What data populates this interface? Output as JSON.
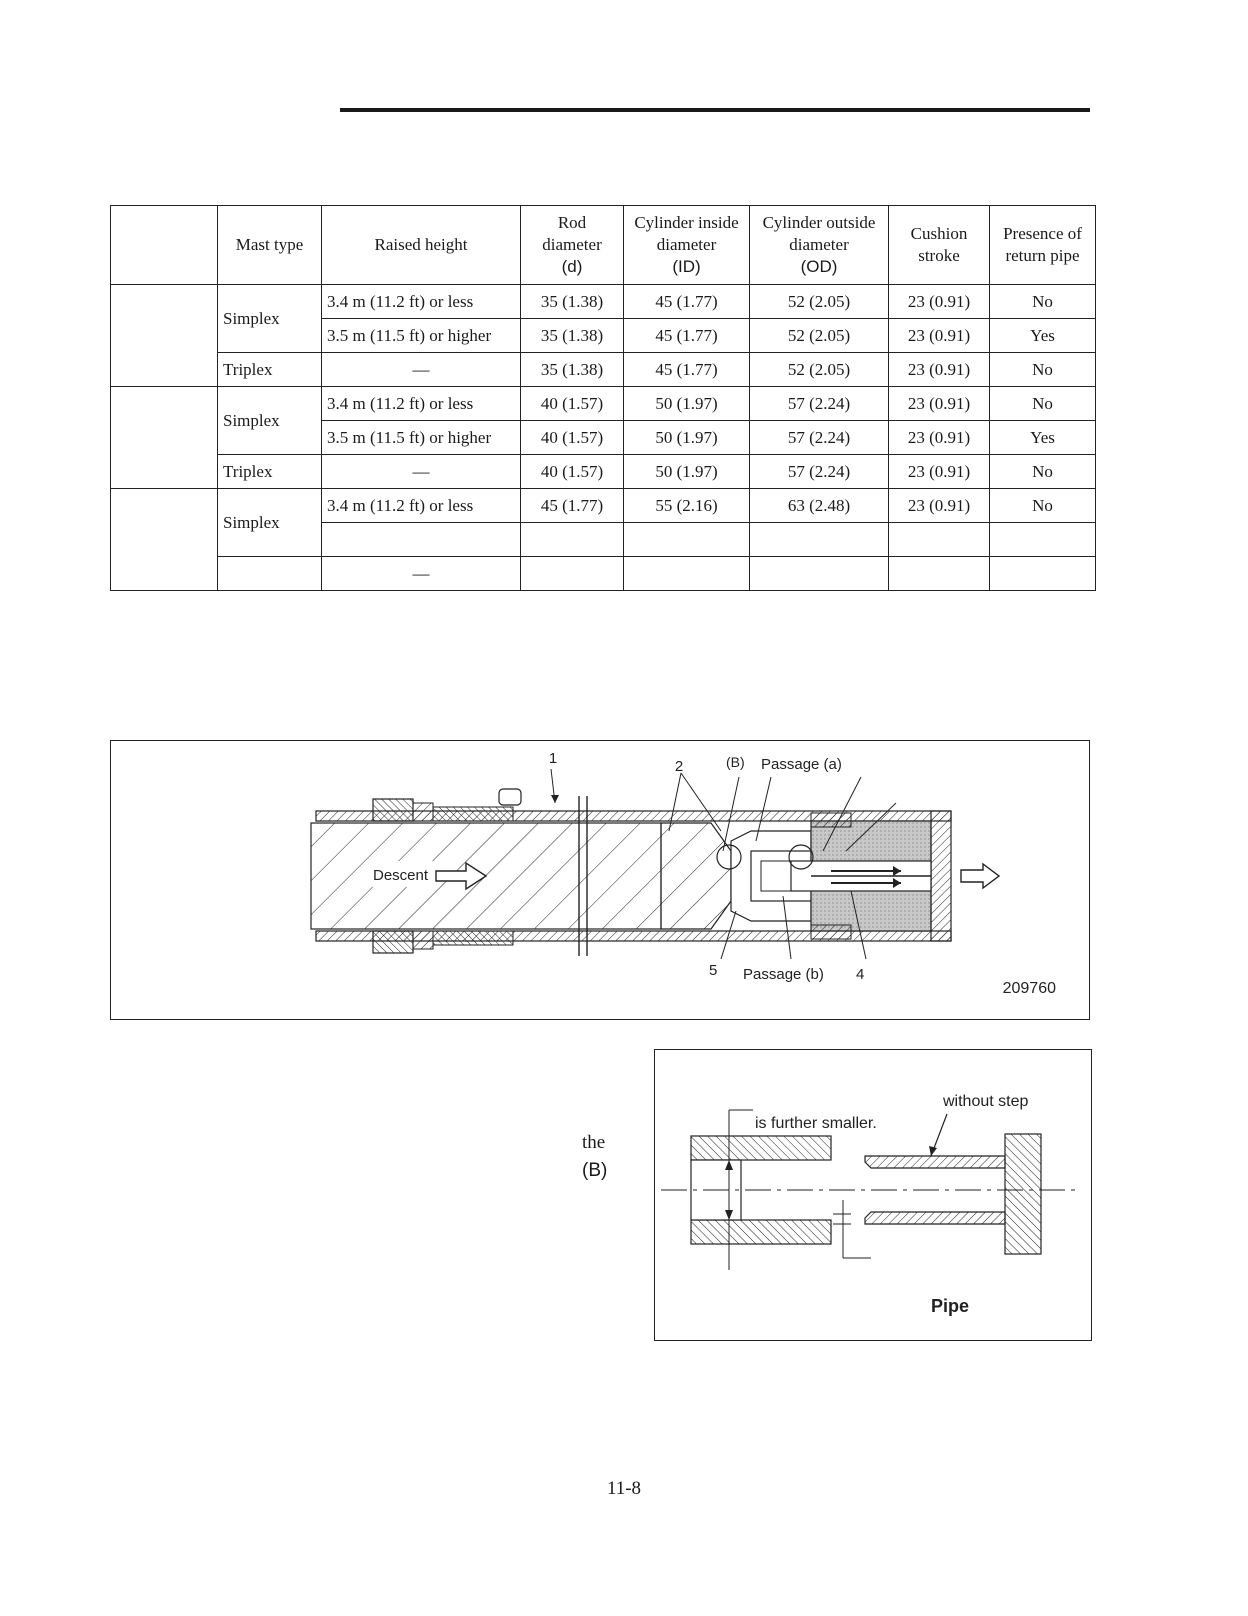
{
  "table": {
    "headers": {
      "mast_type": "Mast type",
      "raised_height": "Raised height",
      "rod_1": "Rod",
      "rod_2": "diameter",
      "rod_3": "(d)",
      "cid_1": "Cylinder inside",
      "cid_2": "diameter",
      "cid_3": "(ID)",
      "cod_1": "Cylinder outside",
      "cod_2": "diameter",
      "cod_3": "(OD)",
      "cush_1": "Cushion",
      "cush_2": "stroke",
      "ret_1": "Presence of",
      "ret_2": "return pipe"
    },
    "rows": [
      {
        "mast": "Simplex",
        "height": "3.4 m (11.2 ft) or less",
        "d": "35 (1.38)",
        "id": "45 (1.77)",
        "od": "52 (2.05)",
        "stroke": "23 (0.91)",
        "ret": "No"
      },
      {
        "mast": "",
        "height": "3.5 m (11.5 ft) or higher",
        "d": "35 (1.38)",
        "id": "45 (1.77)",
        "od": "52 (2.05)",
        "stroke": "23 (0.91)",
        "ret": "Yes"
      },
      {
        "mast": "Triplex",
        "height": "—",
        "d": "35 (1.38)",
        "id": "45 (1.77)",
        "od": "52 (2.05)",
        "stroke": "23 (0.91)",
        "ret": "No"
      },
      {
        "mast": "Simplex",
        "height": "3.4 m (11.2 ft) or less",
        "d": "40 (1.57)",
        "id": "50 (1.97)",
        "od": "57 (2.24)",
        "stroke": "23 (0.91)",
        "ret": "No"
      },
      {
        "mast": "",
        "height": "3.5 m (11.5 ft) or higher",
        "d": "40 (1.57)",
        "id": "50 (1.97)",
        "od": "57 (2.24)",
        "stroke": "23 (0.91)",
        "ret": "Yes"
      },
      {
        "mast": "Triplex",
        "height": "—",
        "d": "40 (1.57)",
        "id": "50 (1.97)",
        "od": "57 (2.24)",
        "stroke": "23 (0.91)",
        "ret": "No"
      },
      {
        "mast": "Simplex",
        "height": "3.4 m (11.2 ft) or less",
        "d": "45 (1.77)",
        "id": "55 (2.16)",
        "od": "63 (2.48)",
        "stroke": "23 (0.91)",
        "ret": "No"
      },
      {
        "mast": "",
        "height": "",
        "d": "",
        "id": "",
        "od": "",
        "stroke": "",
        "ret": ""
      },
      {
        "mast": "",
        "height": "—",
        "d": "",
        "id": "",
        "od": "",
        "stroke": "",
        "ret": ""
      }
    ]
  },
  "figure1": {
    "label_1": "1",
    "label_2": "2",
    "label_b": "(B)",
    "passage_a": "Passage (a)",
    "descent": "Descent",
    "label_5": "5",
    "passage_b": "Passage (b)",
    "label_4": "4",
    "figure_number": "209760"
  },
  "figure2": {
    "without_step": "without step",
    "further_smaller": "is further smaller.",
    "pipe": "Pipe"
  },
  "fragments": {
    "the": "the",
    "b": "(B)"
  },
  "page_number": "11-8"
}
